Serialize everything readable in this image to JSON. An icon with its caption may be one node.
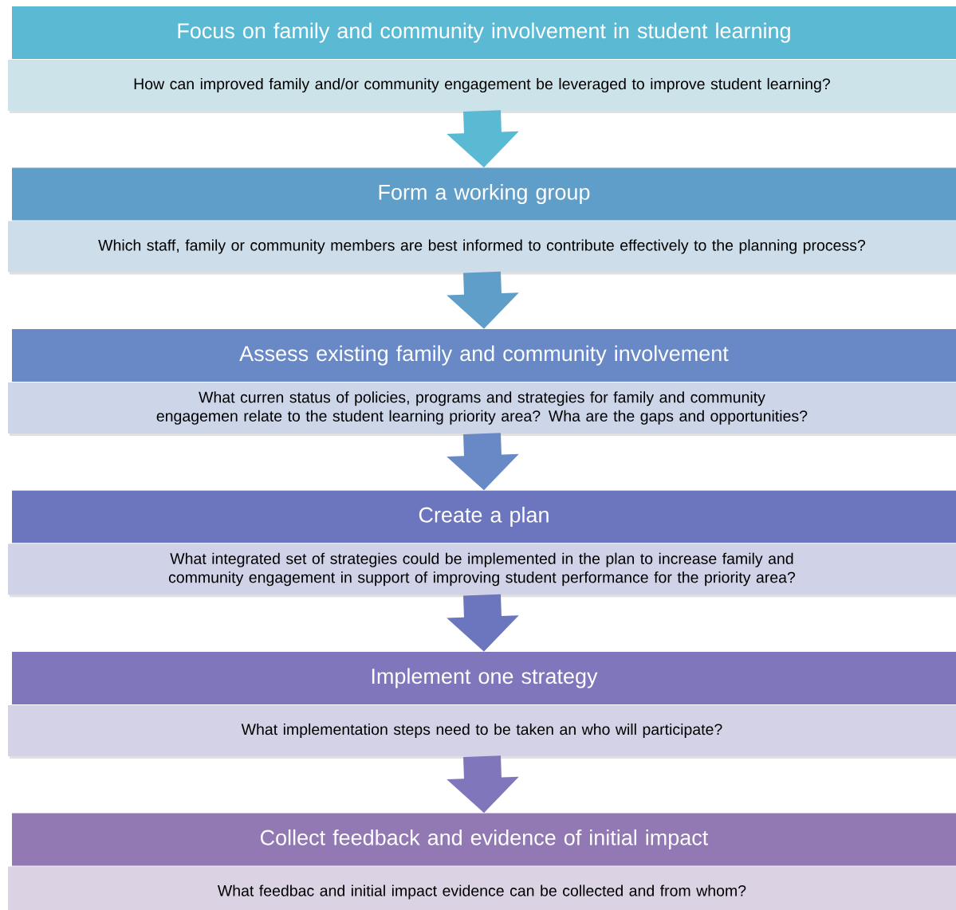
{
  "diagram": {
    "nodes": [
      {
        "text": [
          "Focus on family and community involvement in student learning"
        ]
      },
      {
        "text": [
          "How can improved family and/or community engagement be leveraged to improve student learning?"
        ]
      },
      {
        "text": [
          "Form a working group"
        ]
      },
      {
        "text": [
          "Which staff, family or community members are best informed to contribute effectively to the planning process?"
        ]
      },
      {
        "text": [
          "Assess existing family and community involvement"
        ]
      },
      {
        "text": [
          "What curren status of policies, programs and strategies for family and community engagemen relate to the student learning priority area? Wha are the gaps and opportunities?"
        ]
      },
      {
        "text": [
          "Create a plan"
        ]
      },
      {
        "text": [
          "What integrated set of strategies could be implemented in the plan to increase family and community engagement in support of improving student performance for the priority area?"
        ]
      },
      {
        "text": [
          "Implement one strategy"
        ]
      },
      {
        "text": [
          "What implementation steps need to be taken an who will participate?"
        ]
      },
      {
        "text": [
          "Collect feedback and evidence of initial impact"
        ]
      },
      {
        "text": [
          "What feedbac and initial impact evidence can be collected and from whom?"
        ]
      }
    ],
    "edges": [
      {
        "from": 1,
        "to": 2,
        "arrow": "to",
        "color": "#5bbad3"
      },
      {
        "from": 3,
        "to": 4,
        "arrow": "to",
        "color": "#5f9ec9"
      },
      {
        "from": 5,
        "to": 6,
        "arrow": "to",
        "color": "#6889c6"
      },
      {
        "from": 7,
        "to": 8,
        "arrow": "to",
        "color": "#6c76bf"
      },
      {
        "from": 9,
        "to": 10,
        "arrow": "to",
        "color": "#8076bb"
      }
    ]
  }
}
